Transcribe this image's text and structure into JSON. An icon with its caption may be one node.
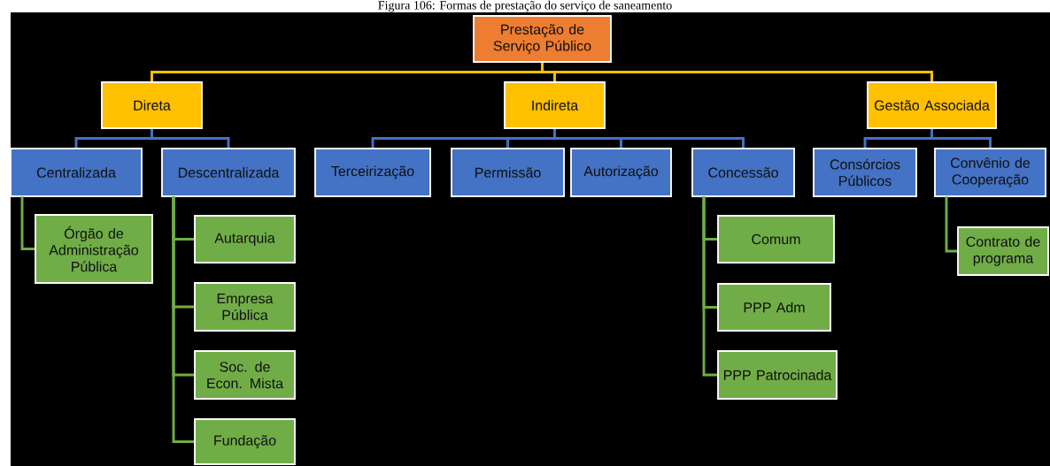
{
  "diagram": {
    "title": "Figura 106: Formas de prestação do serviço de saneamento",
    "nodes": [
      {
        "text": [
          "Prestação de Serviço Público"
        ]
      },
      {
        "text": [
          "Direta"
        ]
      },
      {
        "text": [
          "Indireta"
        ]
      },
      {
        "text": [
          "Gestão Associada"
        ]
      },
      {
        "text": [
          "Centralizada"
        ]
      },
      {
        "text": [
          "Descentralizada"
        ]
      },
      {
        "text": [
          "Terceirização"
        ]
      },
      {
        "text": [
          "Permissão"
        ]
      },
      {
        "text": [
          "Autorização"
        ]
      },
      {
        "text": [
          "Concessão"
        ]
      },
      {
        "text": [
          "Consórcios Públicos"
        ]
      },
      {
        "text": [
          "Convênio de Cooperação"
        ]
      },
      {
        "text": [
          "Órgão de Administração Pública"
        ]
      },
      {
        "text": [
          "Autarquia"
        ]
      },
      {
        "text": [
          "Empresa Pública"
        ]
      },
      {
        "text": [
          "Soc. de Econ. Mista"
        ]
      },
      {
        "text": [
          "Fundação"
        ]
      },
      {
        "text": [
          "Comum"
        ]
      },
      {
        "text": [
          "PPP Adm"
        ]
      },
      {
        "text": [
          "PPP Patrocinada"
        ]
      },
      {
        "text": [
          "Contrato de programa"
        ]
      }
    ],
    "edges": [
      {
        "from": 0,
        "to": 1,
        "arrow": "none",
        "color": "#ffc000"
      },
      {
        "from": 0,
        "to": 2,
        "arrow": "none",
        "color": "#ffc000"
      },
      {
        "from": 0,
        "to": 3,
        "arrow": "none",
        "color": "#ffc000"
      },
      {
        "from": 1,
        "to": 4,
        "arrow": "none",
        "color": "#4472c4"
      },
      {
        "from": 1,
        "to": 5,
        "arrow": "none",
        "color": "#4472c4"
      },
      {
        "from": 2,
        "to": 6,
        "arrow": "none",
        "color": "#4472c4"
      },
      {
        "from": 2,
        "to": 7,
        "arrow": "none",
        "color": "#4472c4"
      },
      {
        "from": 2,
        "to": 8,
        "arrow": "none",
        "color": "#4472c4"
      },
      {
        "from": 2,
        "to": 9,
        "arrow": "none",
        "color": "#4472c4"
      },
      {
        "from": 3,
        "to": 10,
        "arrow": "none",
        "color": "#4472c4"
      },
      {
        "from": 3,
        "to": 11,
        "arrow": "none",
        "color": "#4472c4"
      },
      {
        "from": 4,
        "to": 12,
        "arrow": "none"
      },
      {
        "from": 5,
        "to": 13,
        "arrow": "none"
      },
      {
        "from": 5,
        "to": 14,
        "arrow": "none"
      },
      {
        "from": 5,
        "to": 15,
        "arrow": "none"
      },
      {
        "from": 5,
        "to": 16,
        "arrow": "none"
      },
      {
        "from": 9,
        "to": 17,
        "arrow": "none"
      },
      {
        "from": 9,
        "to": 18,
        "arrow": "none"
      },
      {
        "from": 9,
        "to": 19,
        "arrow": "none"
      },
      {
        "from": 11,
        "to": 20,
        "arrow": "none"
      }
    ]
  }
}
